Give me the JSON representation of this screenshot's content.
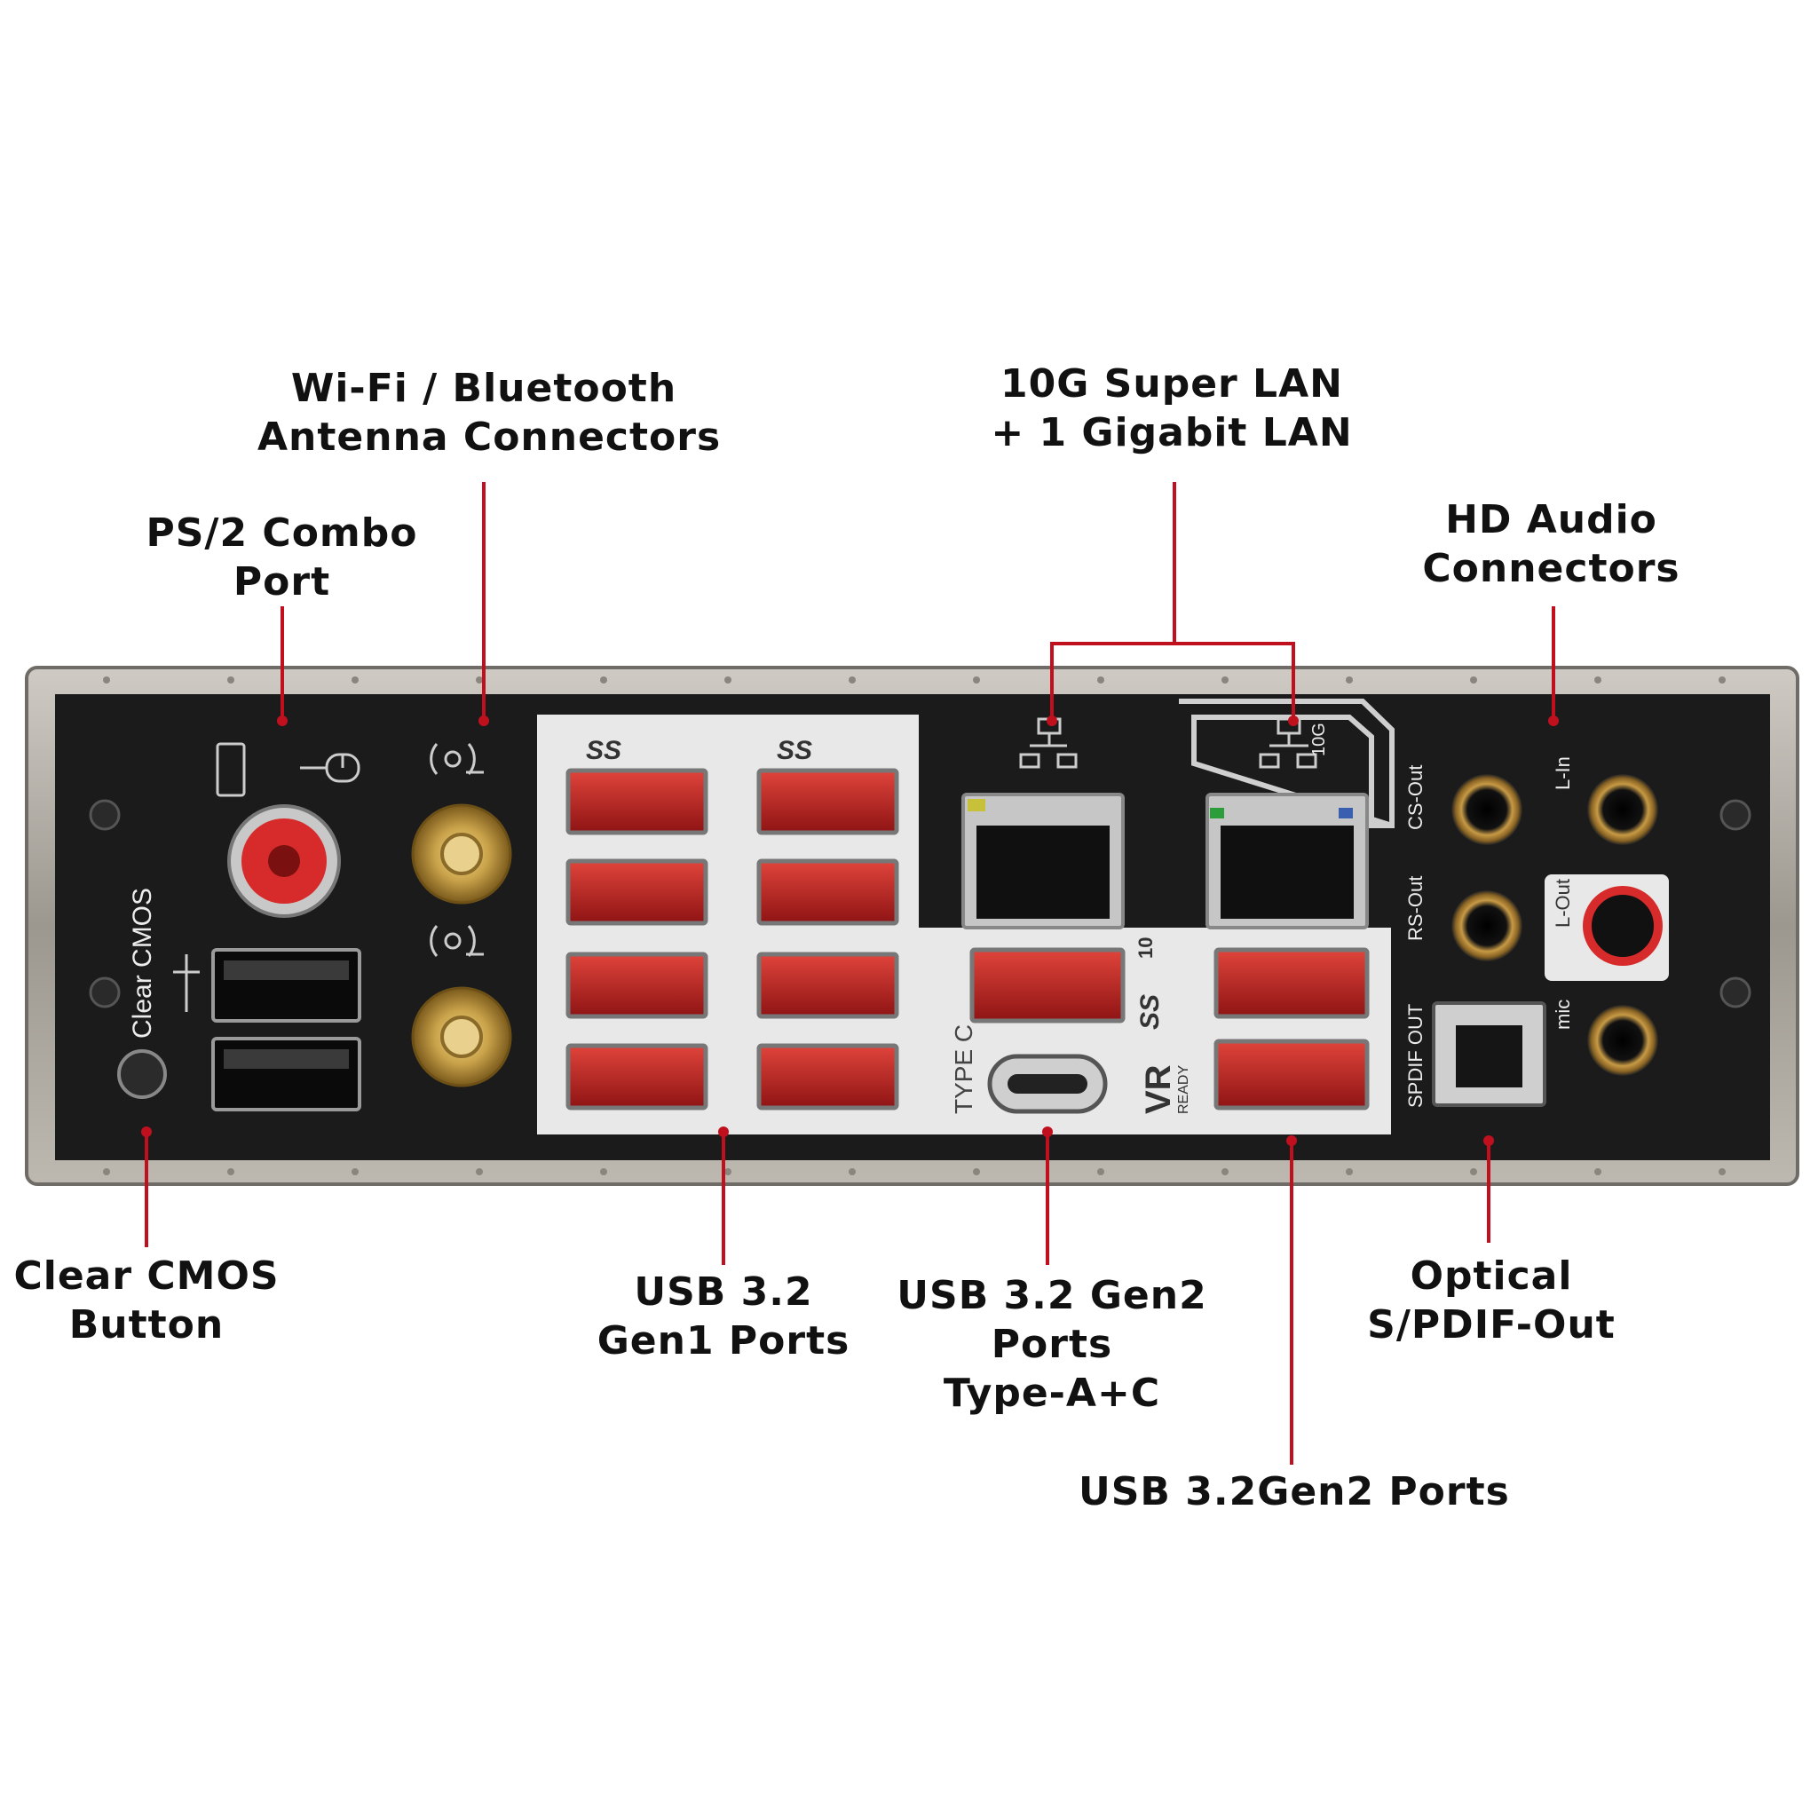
{
  "labels": {
    "wifi": {
      "line1": "Wi-Fi / Bluetooth",
      "line2": "Antenna Connectors"
    },
    "lan": {
      "line1": "10G Super LAN",
      "line2": "+ 1 Gigabit LAN"
    },
    "ps2": {
      "line1": "PS/2 Combo",
      "line2": "Port"
    },
    "audio": {
      "line1": "HD Audio",
      "line2": "Connectors"
    },
    "cmos": {
      "line1": "Clear CMOS",
      "line2": "Button"
    },
    "usb_gen1": {
      "line1": "USB 3.2",
      "line2": "Gen1 Ports"
    },
    "usb_gen2_ac": {
      "line1": "USB 3.2 Gen2",
      "line2": "Ports",
      "line3": "Type-A+C"
    },
    "spdif": {
      "line1": "Optical",
      "line2": "S/PDIF-Out"
    },
    "usb_gen2": {
      "line1": "USB 3.2Gen2 Ports"
    }
  },
  "panel_text": {
    "clear_cmos": "Clear CMOS",
    "type_c": "TYPE C",
    "vr": "VR",
    "ready": "READY",
    "ten": "10",
    "ten_g": "10G",
    "ss1": "SS",
    "ss2": "SS",
    "ss3": "SS",
    "cs_out": "CS-Out",
    "rs_out": "RS-Out",
    "l_in": "L-In",
    "l_out": "L-Out",
    "mic": "mic",
    "spdif_out": "SPDIF OUT"
  },
  "colors": {
    "accent_red": "#c0101e",
    "port_red": "#d9322e",
    "panel_black": "#1b1b1c",
    "frame_silver": "#a7a39d",
    "usb_white": "#e8e8e8",
    "gold": "#c9a24a"
  }
}
